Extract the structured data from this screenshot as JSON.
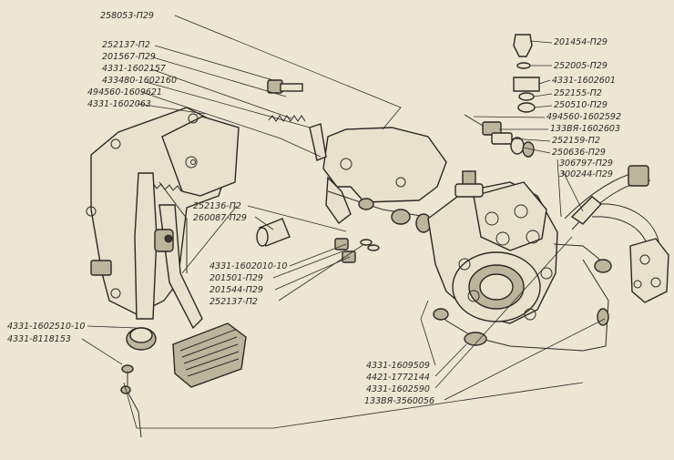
{
  "labels": {
    "top": "258053-П29",
    "l1": "252137-П2",
    "l2": "201567-П29",
    "l3": "4331-1602157",
    "l4": "433480-1602160",
    "l5": "494560-1609621",
    "l6": "4331-1602063",
    "r1": "201454-П29",
    "r2": "252005-П29",
    "r3": "4331-1602601",
    "r4": "252155-П2",
    "r5": "250510-П29",
    "r6": "494560-1602592",
    "r7": "133ВЯ-1602603",
    "r8": "252159-П2",
    "r9": "250636-П29",
    "r10": "306797-П29",
    "r11": "300244-П29",
    "m1": "252136-П2",
    "m2": "260087-П29",
    "m3": "4331-1602010-10",
    "m4": "201501-П29",
    "m5": "201544-П29",
    "m6": "252137-П2",
    "b1": "4331-1602510-10",
    "b2": "4331-8118153",
    "br1": "4331-1609509",
    "br2": "4421-1772144",
    "br3": "4331-1602590",
    "br4": "133ВЯ-3560056"
  }
}
